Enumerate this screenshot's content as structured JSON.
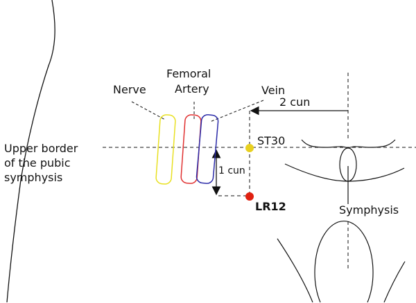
{
  "labels": {
    "nerve": "Nerve",
    "femoral": "Femoral",
    "artery": "Artery",
    "vein": "Vein",
    "two_cun": "2 cun",
    "one_cun": "1 cun",
    "st30": "ST30",
    "lr12": "LR12",
    "symphysis": "Symphysis",
    "upper_border": [
      "Upper border",
      "of the pubic",
      "symphysis"
    ]
  },
  "colors": {
    "nerve": "#e8e020",
    "artery": "#e03030",
    "vein": "#2a2aa8",
    "st30": "#e8d020",
    "lr12": "#e02010"
  }
}
